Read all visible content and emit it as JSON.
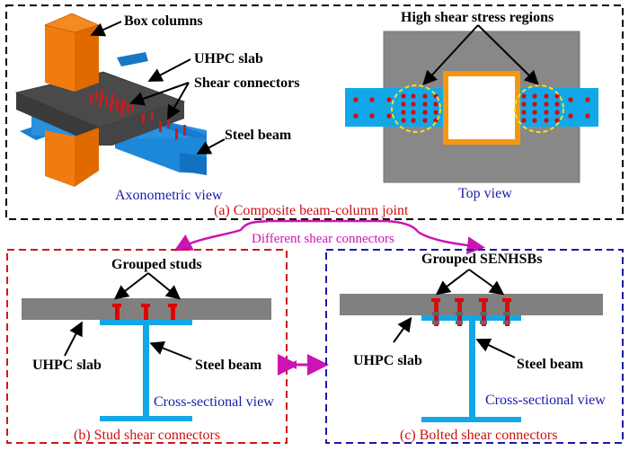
{
  "figure": {
    "panel_a": {
      "caption": "(a) Composite beam-column joint",
      "axonometric": {
        "view_label": "Axonometric view",
        "callouts": {
          "box_columns": "Box columns",
          "uhpc_slab": "UHPC slab",
          "shear_connectors": "Shear connectors",
          "steel_beam": "Steel beam"
        }
      },
      "top_view": {
        "view_label": "Top view",
        "callout": "High shear stress regions",
        "connector_rows": 4,
        "connector_cols_per_region": 4
      }
    },
    "link_label": "Different shear connectors",
    "panel_b": {
      "caption": "(b) Stud shear connectors",
      "view_label": "Cross-sectional view",
      "callouts": {
        "connectors": "Grouped studs",
        "slab": "UHPC slab",
        "beam": "Steel beam"
      },
      "connector_count": 3
    },
    "panel_c": {
      "caption": "(c) Bolted shear connectors",
      "view_label": "Cross-sectional view",
      "callouts": {
        "connectors": "Grouped SENHSBs",
        "slab": "UHPC slab",
        "beam": "Steel beam"
      },
      "connector_count": 4
    },
    "colors": {
      "column": "#f07c10",
      "slab": "#555555",
      "slab_top_view": "#888888",
      "beam": "#1ea0e0",
      "connector": "#e00000",
      "highlight": "#f0e020",
      "frame_a": "#000000",
      "frame_b": "#d01818",
      "frame_c": "#1a1aa8",
      "link": "#cc14b4"
    }
  }
}
